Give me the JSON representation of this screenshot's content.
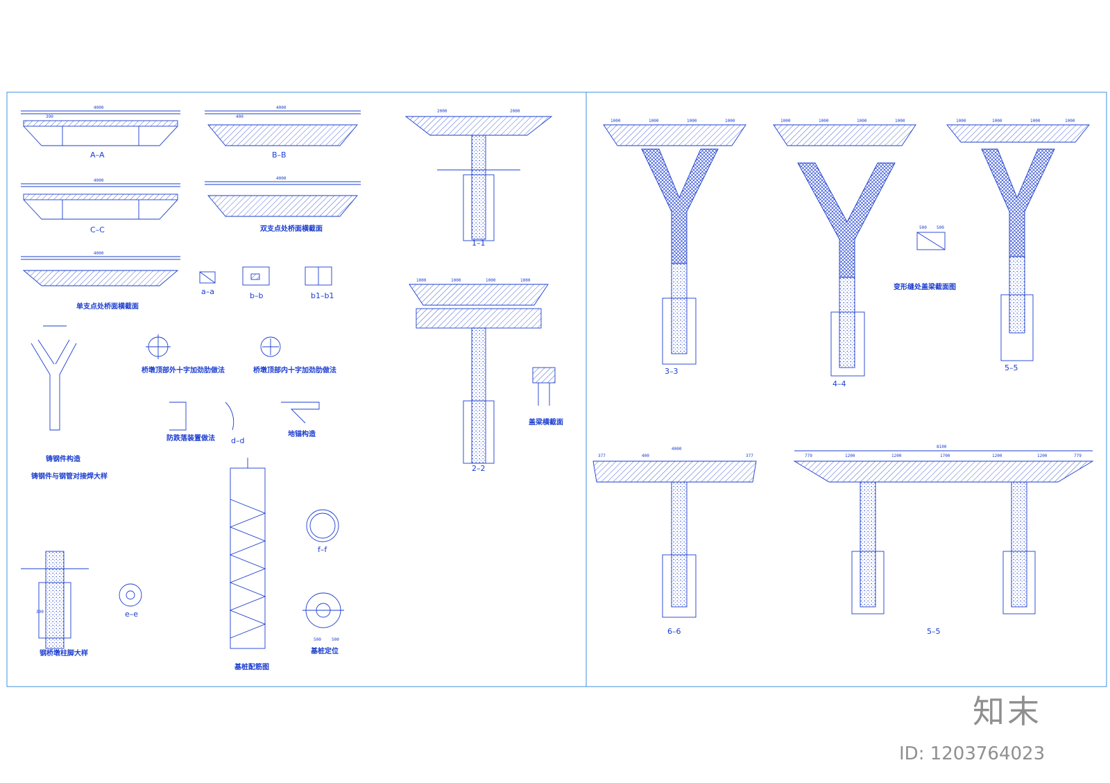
{
  "watermark": {
    "brand": "知末",
    "id_label": "ID: 1203764023"
  },
  "colors": {
    "line": "#1a3ccf",
    "frame": "#3b8fe0",
    "watermark": "#8f8f8f"
  },
  "sections": {
    "aa": "A–A",
    "bb": "B–B",
    "cc": "C–C",
    "aa_small": "a–a",
    "b_b": "b–b",
    "b1b1": "b1–b1",
    "s11": "1–1",
    "s22": "2–2",
    "s33": "3–3",
    "s44": "4–4",
    "s55a": "5–5",
    "s55b": "5–5",
    "s66": "6–6",
    "ee": "e–e",
    "ff": "f–f",
    "dd": "d–d"
  },
  "captions": {
    "double_support": "双支点处桥面横截面",
    "single_support": "单支点处桥面横截面",
    "outer_cross": "桥墩顶部外十字加劲肋做法",
    "inner_cross": "桥墩顶部内十字加劲肋做法",
    "anti_fall": "防跌落装置做法",
    "anchor": "地锚构造",
    "steel_member": "铸钢件构造",
    "steel_tube_detail": "铸钢件与钢管对接焊大样",
    "pier_foot": "钢桥墩柱脚大样",
    "pile_rebar": "基桩配筋图",
    "pile_position": "基桩定位",
    "cap_beam": "盖梁横截面",
    "special_cap_beam": "变形缝处盖梁截面图"
  },
  "dims": {
    "d4000": "4000",
    "d2000": "2000",
    "d1000": "1000",
    "d8100": "8100",
    "d1200": "1200",
    "d1700": "1700",
    "d779": "779",
    "d377": "377",
    "d400": "400",
    "d390": "390",
    "d500": "500",
    "d300": "300"
  }
}
